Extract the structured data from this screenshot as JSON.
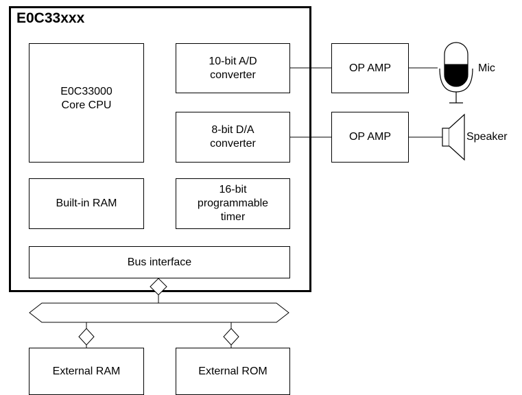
{
  "chip": {
    "title": "E0C33xxx"
  },
  "blocks": {
    "core_cpu": "E0C33000\nCore CPU",
    "ad_converter": "10-bit A/D\nconverter",
    "da_converter": "8-bit D/A\nconverter",
    "builtin_ram": "Built-in RAM",
    "timer": "16-bit\nprogrammable\ntimer",
    "bus_interface": "Bus interface"
  },
  "external": {
    "op_amp_in": "OP AMP",
    "op_amp_out": "OP AMP",
    "mic": "Mic",
    "speaker": "Speaker",
    "external_ram": "External RAM",
    "external_rom": "External ROM"
  }
}
